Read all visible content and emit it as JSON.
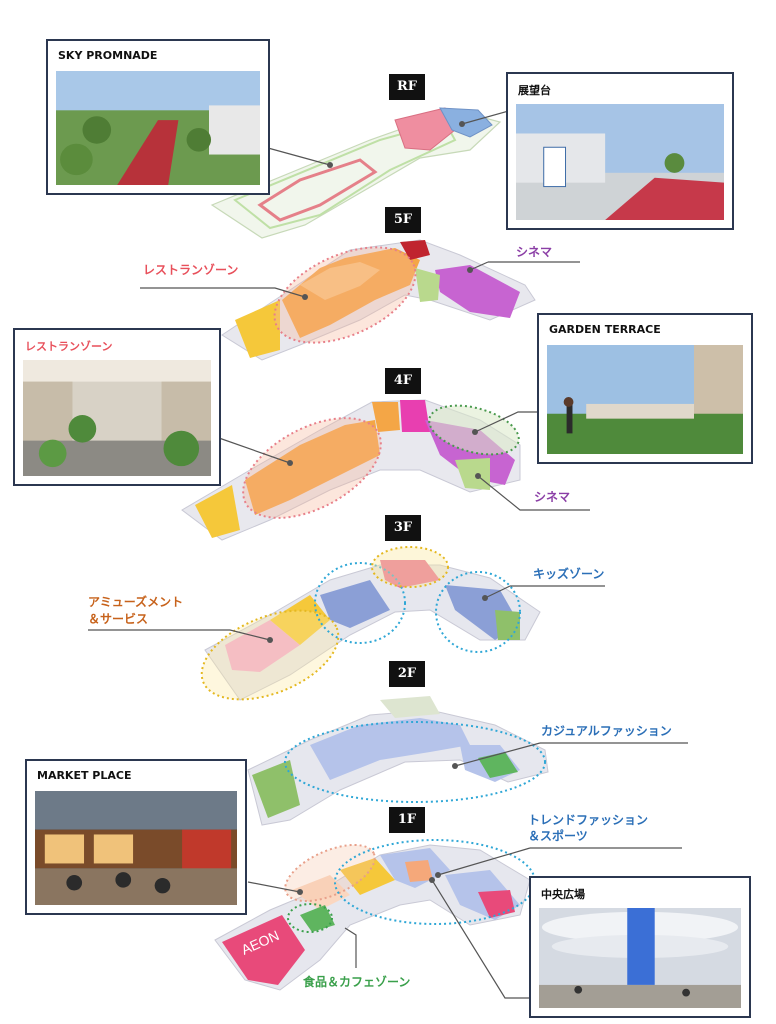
{
  "floors": {
    "rf": "RF",
    "f5": "5F",
    "f4": "4F",
    "f3": "3F",
    "f2": "2F",
    "f1": "1F"
  },
  "cards": {
    "sky": "SKY PROMNADE",
    "observatory": "展望台",
    "restaurant": "レストランゾーン",
    "garden": "GARDEN TERRACE",
    "market": "MARKET PLACE",
    "plaza": "中央広場"
  },
  "callouts": {
    "restaurant_5f": "レストランゾーン",
    "cinema_5f": "シネマ",
    "cinema_4f": "シネマ",
    "kids": "キッズゾーン",
    "amusement_1": "アミューズメント",
    "amusement_2": "＆サービス",
    "casual": "カジュアルファッション",
    "trend_1": "トレンドファッション",
    "trend_2": "＆スポーツ",
    "food": "食品＆カフェゾーン"
  },
  "map_signs": {
    "aeon": "AEON"
  },
  "colors": {
    "restaurant": "#e8505b",
    "cinema": "#8b3fa6",
    "kids": "#2b6fb7",
    "amusement": "#c7621b",
    "casual": "#2b6fb7",
    "food": "#3aa04b",
    "card_border": "#2b3750"
  }
}
